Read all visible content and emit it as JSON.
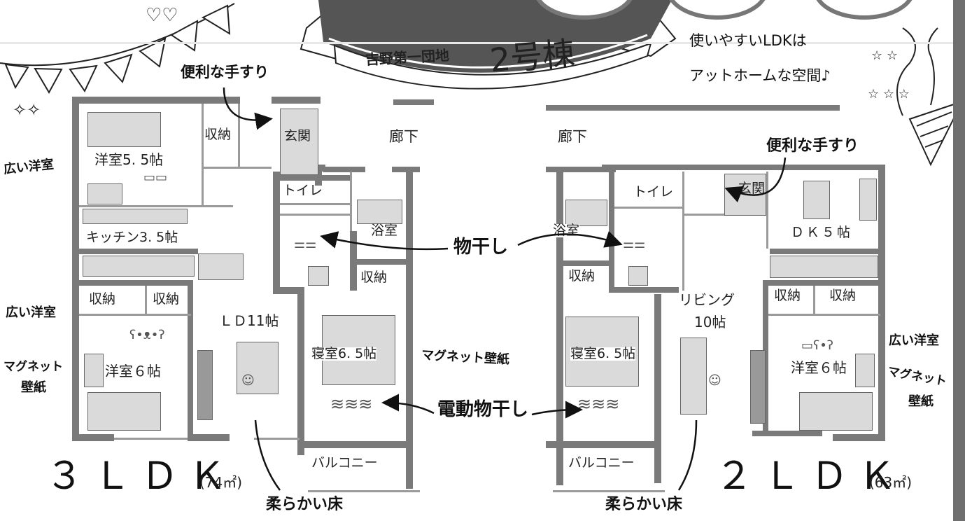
{
  "banner": {
    "prefix": "吉野第一団地",
    "main": "2号棟"
  },
  "tagline": [
    "使いやすいLDKは",
    "アットホームな空間♪"
  ],
  "plan_3ldk": {
    "type_label": "３ＬＤＫ",
    "area": "(74㎡)",
    "rooms": {
      "western_55": "洋室5. 5帖",
      "storage_a": "収納",
      "entrance": "玄関",
      "corridor": "廊下",
      "toilet": "トイレ",
      "bath": "浴室",
      "kitchen": "キッチン3. 5帖",
      "storage_b": "収納",
      "storage_c": "収納",
      "storage_d": "収納",
      "ld": "ＬＤ11帖",
      "western_6": "洋室６帖",
      "bedroom": "寝室6. 5帖",
      "balcony": "バルコニー"
    }
  },
  "plan_2ldk": {
    "type_label": "２ＬＤＫ",
    "area": "(63㎡)",
    "rooms": {
      "corridor": "廊下",
      "toilet": "トイレ",
      "entrance": "玄関",
      "bath": "浴室",
      "dk": "ＤＫ５帖",
      "storage_a": "収納",
      "storage_b": "収納",
      "storage_c": "収納",
      "living": "リビング",
      "living_size": "10帖",
      "bedroom": "寝室6. 5帖",
      "western_6": "洋室６帖",
      "balcony": "バルコニー"
    }
  },
  "annotations": {
    "handrail": "便利な手すり",
    "wide_room": "広い洋室",
    "magnet": "マグネット",
    "wallpaper": "壁紙",
    "magnet_wallpaper": "マグネット壁紙",
    "drying": "物干し",
    "electric_drying": "電動物干し",
    "soft_floor": "柔らかい床"
  },
  "colors": {
    "wall": "#7a7a7a",
    "furniture": "#dadada",
    "ink": "#111111"
  }
}
